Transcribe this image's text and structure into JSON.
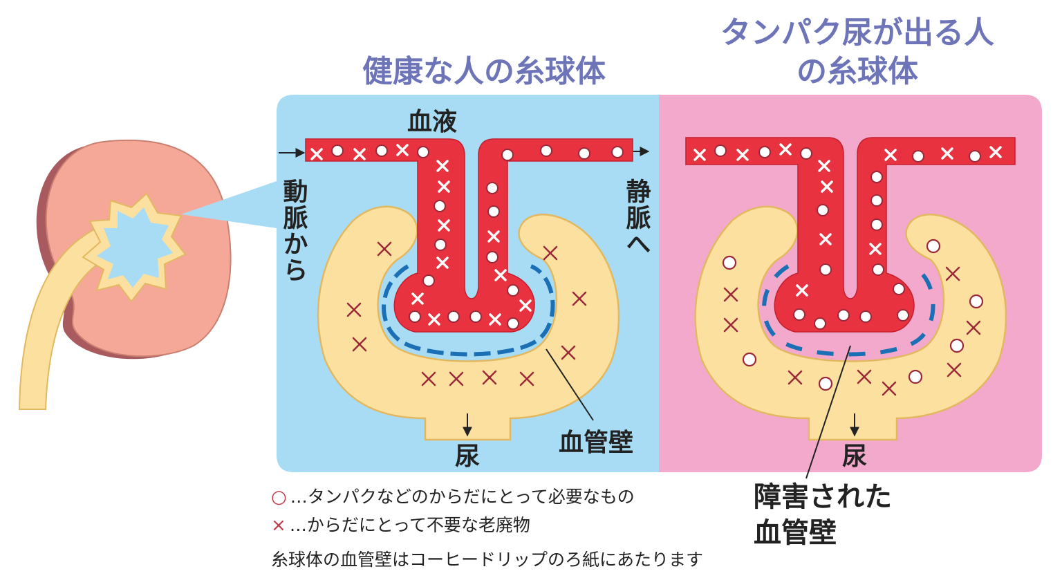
{
  "titles": {
    "healthy": "健康な人の糸球体",
    "proteinuria_line1": "タンパク尿が出る人",
    "proteinuria_line2": "の糸球体"
  },
  "labels": {
    "blood": "血液",
    "from_artery": "動脈から",
    "to_vein": "静脈へ",
    "urine_left": "尿",
    "urine_right": "尿",
    "vessel_wall": "血管壁",
    "damaged_line1": "障害された",
    "damaged_line2": "血管壁"
  },
  "legend": {
    "circle_symbol": "○",
    "circle_text": "…タンパクなどのからだにとって必要なもの",
    "cross_symbol": "×",
    "cross_text": "…からだにとって不要な老廃物"
  },
  "note": "糸球体の血管壁はコーヒードリップのろ紙にあたります",
  "colors": {
    "title": "#6e74b8",
    "healthy_bg": "#a8dcf5",
    "disease_bg": "#f2a9cc",
    "blood": "#e8323f",
    "capsule": "#fbe0a0",
    "capsule_outline": "#e2b860",
    "vessel_wall": "#1a6fb5",
    "waste_mark": "#9b2838",
    "kidney": "#f6a898",
    "kidney_shadow": "#a85a5e"
  }
}
